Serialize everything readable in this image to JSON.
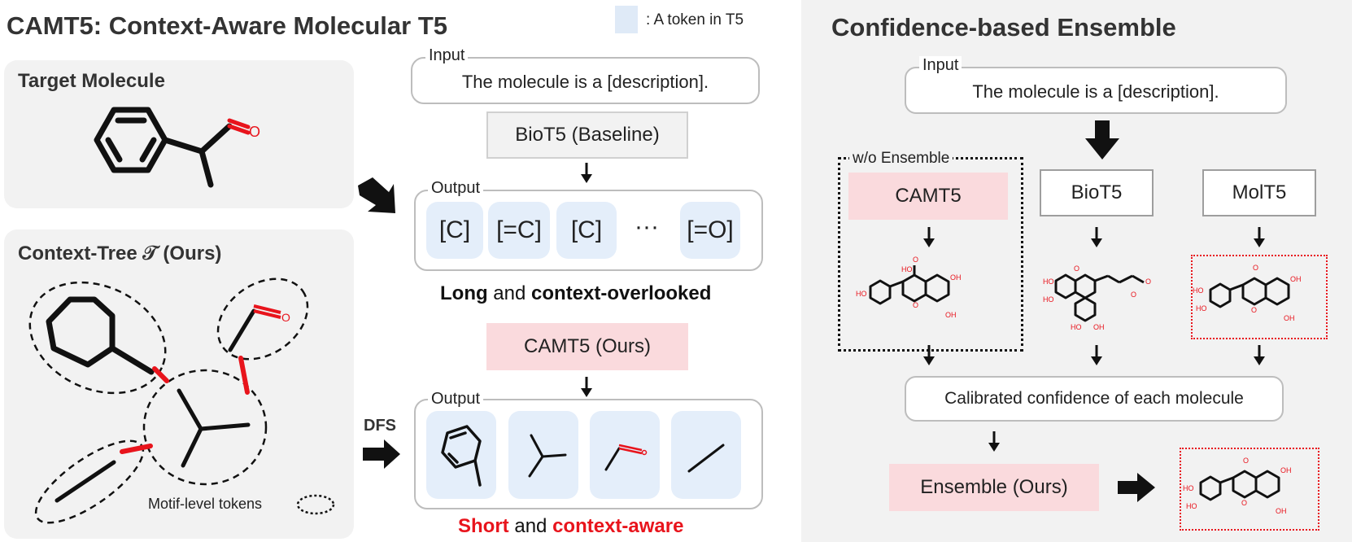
{
  "left_title": "CAMT5: Context-Aware Molecular T5",
  "legend_label": ": A token in T5",
  "target_panel": {
    "title": "Target Molecule"
  },
  "tree_panel": {
    "title": "Context-Tree 𝒯 (Ours)",
    "motif_label": "Motif-level tokens"
  },
  "baseline": {
    "input_label": "Input",
    "input_text": "The molecule is a [description].",
    "model": "BioT5 (Baseline)",
    "output_label": "Output",
    "tokens": [
      "[C]",
      "[=C]",
      "[C]",
      "···",
      "[=O]"
    ],
    "caption_b1": "Long",
    "caption_mid": " and ",
    "caption_b2": "context-overlooked"
  },
  "ours": {
    "model": "CAMT5 (Ours)",
    "dfs_label": "DFS",
    "output_label": "Output",
    "caption_r1": "Short",
    "caption_mid": " and ",
    "caption_r2": "context-aware"
  },
  "right_title": "Confidence-based Ensemble",
  "ensemble": {
    "input_label": "Input",
    "input_text": "The molecule is a [description].",
    "wo_label": "w/o Ensemble",
    "models": [
      "CAMT5",
      "BioT5",
      "MolT5"
    ],
    "calibrated": "Calibrated confidence of each molecule",
    "ensemble_box": "Ensemble (Ours)"
  },
  "colors": {
    "pink": "#fadadd",
    "token_blue": "#e4eefa",
    "panel_grey": "#f2f2f2",
    "accent_red": "#e8141c"
  }
}
